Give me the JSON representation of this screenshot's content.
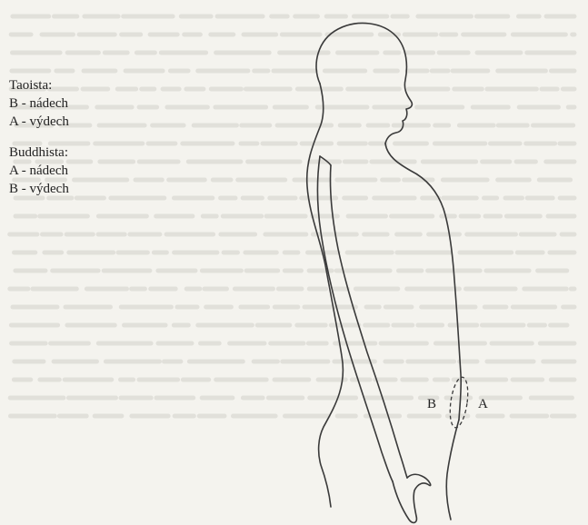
{
  "legend": {
    "taoist": {
      "heading": "Taoista:",
      "lines": [
        "B - nádech",
        "A - výdech"
      ]
    },
    "buddhist": {
      "heading": "Buddhista:",
      "lines": [
        "A - nádech",
        "B - výdech"
      ]
    }
  },
  "figure": {
    "label_b": "B",
    "label_a": "A",
    "icon": "human-body-side-outline-icon",
    "colors": {
      "ink": "#3a3a3a",
      "paper": "#f4f3ee",
      "bleed_text": "#c9c8c2"
    }
  }
}
